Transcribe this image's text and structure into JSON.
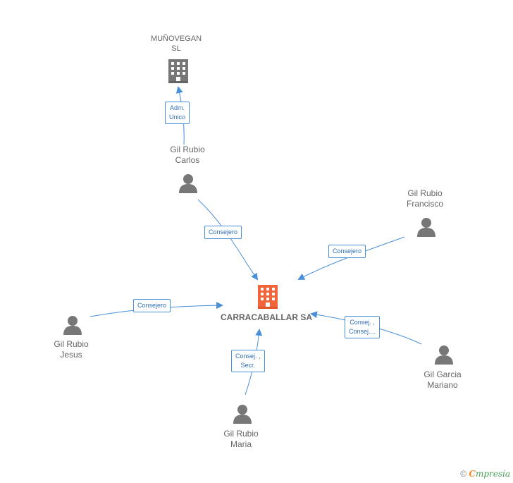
{
  "colors": {
    "edge": "#4a90d9",
    "person_icon": "#777777",
    "company_icon": "#777777",
    "focus_company_icon": "#f0653a",
    "label_text": "#666666"
  },
  "nodes": {
    "munovegan": {
      "type": "company",
      "icon": "building-icon",
      "lines": [
        "MUÑOVEGAN",
        "SL"
      ]
    },
    "carlos": {
      "type": "person",
      "icon": "person-icon",
      "lines": [
        "Gil Rubio",
        "Carlos"
      ]
    },
    "francisco": {
      "type": "person",
      "icon": "person-icon",
      "lines": [
        "Gil Rubio",
        "Francisco"
      ]
    },
    "carracaballar": {
      "type": "company",
      "icon": "building-icon",
      "focus": true,
      "lines": [
        "CARRACABALLAR SA"
      ]
    },
    "jesus": {
      "type": "person",
      "icon": "person-icon",
      "lines": [
        "Gil Rubio",
        "Jesus"
      ]
    },
    "mariano": {
      "type": "person",
      "icon": "person-icon",
      "lines": [
        "Gil Garcia",
        "Mariano"
      ]
    },
    "maria": {
      "type": "person",
      "icon": "person-icon",
      "lines": [
        "Gil Rubio",
        "Maria"
      ]
    }
  },
  "edges": [
    {
      "from": "carlos",
      "to": "munovegan",
      "lines": [
        "Adm.",
        "Unico"
      ]
    },
    {
      "from": "carlos",
      "to": "carracaballar",
      "lines": [
        "Consejero"
      ]
    },
    {
      "from": "francisco",
      "to": "carracaballar",
      "lines": [
        "Consejero"
      ]
    },
    {
      "from": "jesus",
      "to": "carracaballar",
      "lines": [
        "Consejero"
      ]
    },
    {
      "from": "mariano",
      "to": "carracaballar",
      "lines": [
        "Consej. ,",
        "Consej...."
      ]
    },
    {
      "from": "maria",
      "to": "carracaballar",
      "lines": [
        "Consej. ,",
        "Secr."
      ]
    }
  ],
  "footer": {
    "copyright": "©",
    "brand_initial": "C",
    "brand_rest": "mpresia"
  }
}
